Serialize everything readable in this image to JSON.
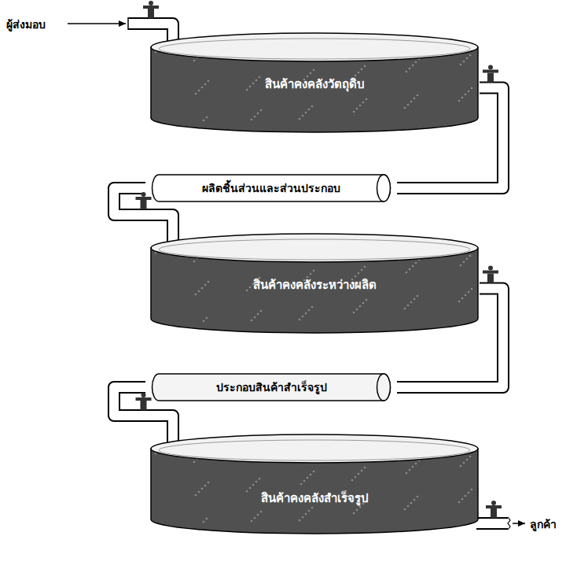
{
  "diagram": {
    "nodes": [
      {
        "text": [
          "สินค้าคงคลังวัตถุดิบ"
        ]
      },
      {
        "text": [
          "ผลิตชิ้นส่วนและส่วนประกอบ"
        ]
      },
      {
        "text": [
          "สินค้าคงคลังระหว่างผลิต"
        ]
      },
      {
        "text": [
          "ประกอบสินค้าสำเร็จรูป"
        ]
      },
      {
        "text": [
          "สินค้าคงคลังสำเร็จรูป"
        ]
      }
    ],
    "edges": [
      {
        "from": 0,
        "to": 1,
        "arrow": "none"
      },
      {
        "from": 1,
        "to": 2,
        "arrow": "none"
      },
      {
        "from": 2,
        "to": 3,
        "arrow": "none"
      },
      {
        "from": 3,
        "to": 4,
        "arrow": "none"
      }
    ],
    "labels": [
      "ผู้ส่งมอบ",
      "ลูกค้า"
    ]
  }
}
